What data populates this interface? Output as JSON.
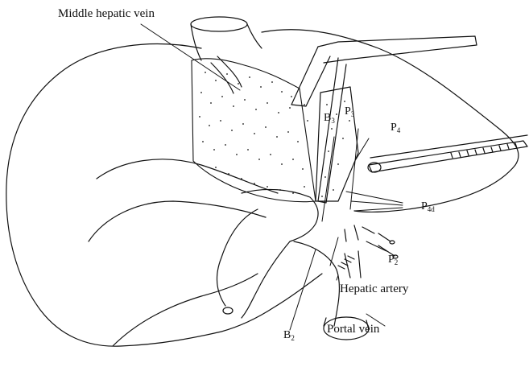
{
  "labels": {
    "middle_hepatic_vein": "Middle hepatic vein",
    "hepatic_artery": "Hepatic artery",
    "portal_vein": "Portal vein"
  },
  "codes": {
    "b3": {
      "letter": "B",
      "sub": "3"
    },
    "p3": {
      "letter": "P",
      "sub": "3"
    },
    "p4": {
      "letter": "P",
      "sub": "4"
    },
    "p4d": {
      "letter": "P",
      "sub": "4d"
    },
    "p2": {
      "letter": "P",
      "sub": "2"
    },
    "b2": {
      "letter": "B",
      "sub": "2"
    }
  },
  "colors": {
    "ink": "#111111",
    "background": "#ffffff"
  }
}
